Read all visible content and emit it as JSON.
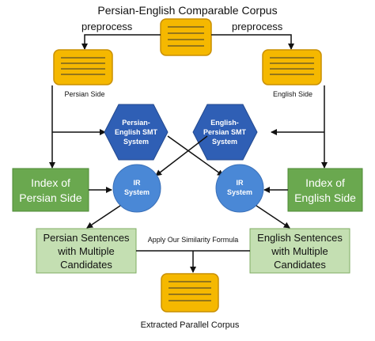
{
  "title": "Persian-English Comparable Corpus",
  "preprocess_left": "preprocess",
  "preprocess_right": "preprocess",
  "persian_side_label": "Persian Side",
  "english_side_label": "English Side",
  "smt_left": [
    "Persian-",
    "English SMT",
    "System"
  ],
  "smt_right": [
    "English-",
    "Persian SMT",
    "System"
  ],
  "ir_left": [
    "IR",
    "System"
  ],
  "ir_right": [
    "IR",
    "System"
  ],
  "index_left": [
    "Index of",
    "Persian Side"
  ],
  "index_right": [
    "Index of",
    "English Side"
  ],
  "candidates_left": [
    "Persian Sentences",
    "with Multiple",
    "Candidates"
  ],
  "candidates_right": [
    "English Sentences",
    "with Multiple",
    "Candidates"
  ],
  "similarity_label": "Apply Our Similarity Formula",
  "output_label": "Extracted Parallel Corpus",
  "colors": {
    "document_fill": "#f5b800",
    "document_stroke": "#c98f00",
    "hexagon_fill": "#2f5fb5",
    "circle_fill": "#4a88d6",
    "green_fill": "#6aa84f",
    "light_green_fill": "#c4dfb2",
    "arrow": "#111111"
  }
}
